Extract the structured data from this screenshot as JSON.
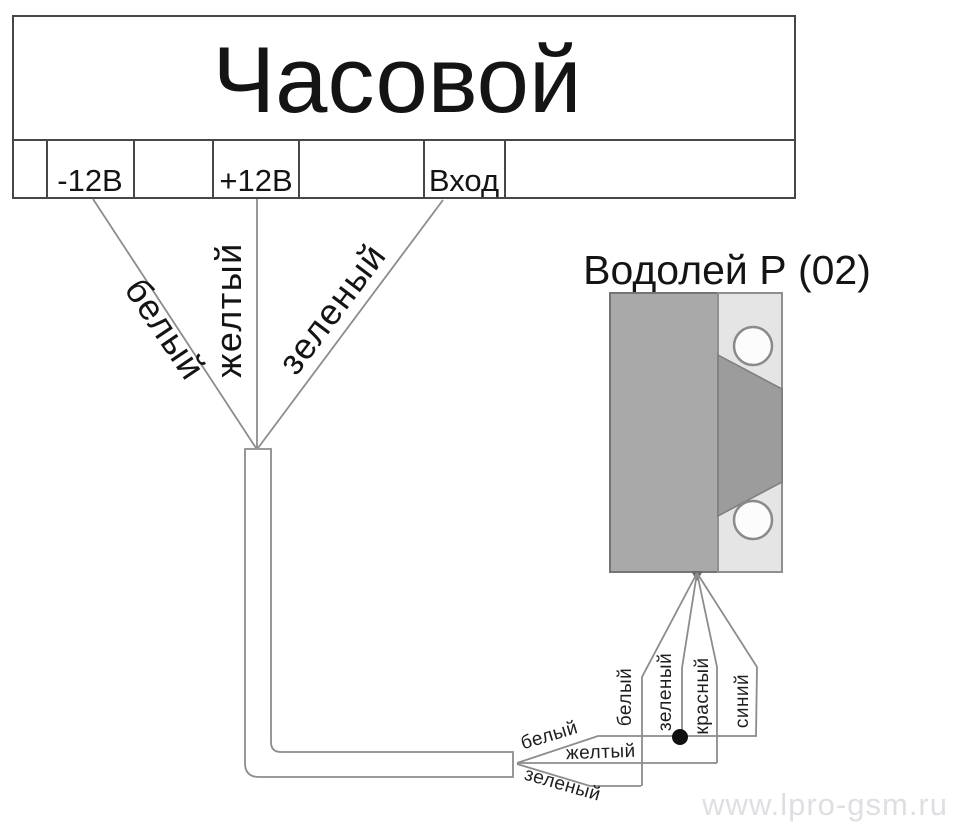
{
  "device": {
    "title": "Часовой",
    "terminals": [
      {
        "label": "-12В"
      },
      {
        "label": "+12В"
      },
      {
        "label": "Вход"
      }
    ]
  },
  "panel_wires": [
    {
      "color_name": "белый"
    },
    {
      "color_name": "желтый"
    },
    {
      "color_name": "зеленый"
    }
  ],
  "sensor": {
    "title": "Водолей Р (02)",
    "wires": [
      {
        "color_name": "белый"
      },
      {
        "color_name": "зеленый"
      },
      {
        "color_name": "красный"
      },
      {
        "color_name": "синий"
      }
    ]
  },
  "cable_wires": [
    {
      "color_name": "белый"
    },
    {
      "color_name": "желтый"
    },
    {
      "color_name": "зеленый"
    }
  ],
  "watermark": "www.lpro-gsm.ru",
  "colors": {
    "wire_line": "#8c8c8c",
    "box_border": "#474747",
    "text": "#141414",
    "sensor_body": "#a9a9a9",
    "sensor_side": "#e5e5e5",
    "sensor_magnet": "#9c9c9c",
    "junction_dot": "#101010",
    "watermark": "#dfdfe3"
  }
}
